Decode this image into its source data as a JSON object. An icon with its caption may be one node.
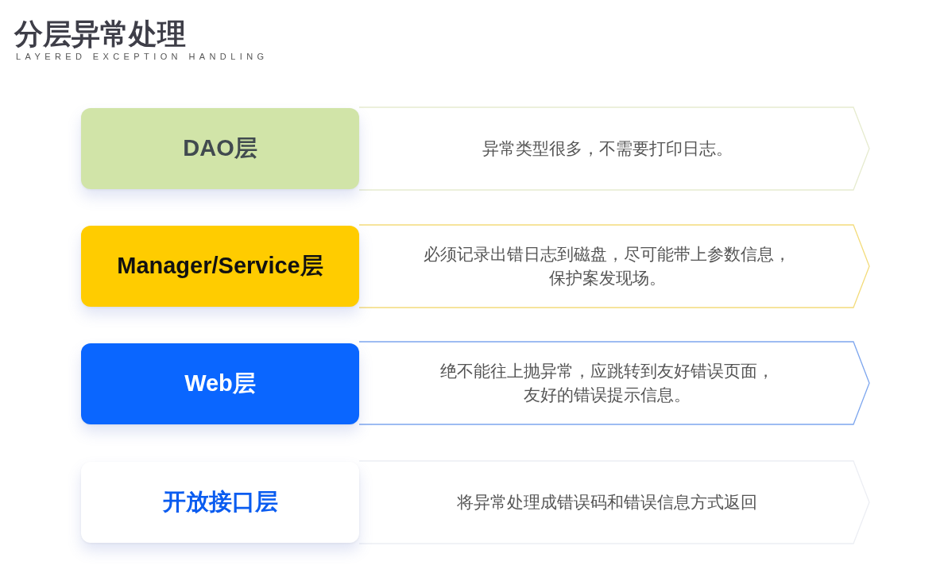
{
  "diagram": {
    "title": "分层异常处理",
    "nodes": [
      {
        "text": [
          "DAO层"
        ]
      },
      {
        "text": [
          "异常类型很多，不需要打印日志。"
        ]
      },
      {
        "text": [
          "Manager/Service层"
        ]
      },
      {
        "text": [
          "必须记录出错日志到磁盘，尽可能带上参数信息，保护案发现场。"
        ]
      },
      {
        "text": [
          "Web层"
        ]
      },
      {
        "text": [
          "绝不能往上抛异常，应跳转到友好错误页面，友好的错误提示信息。"
        ]
      },
      {
        "text": [
          "开放接口层"
        ]
      },
      {
        "text": [
          "将异常处理成错误码和错误信息方式返回"
        ]
      }
    ],
    "labels": [
      "LAYERED EXCEPTION HANDLING"
    ]
  }
}
